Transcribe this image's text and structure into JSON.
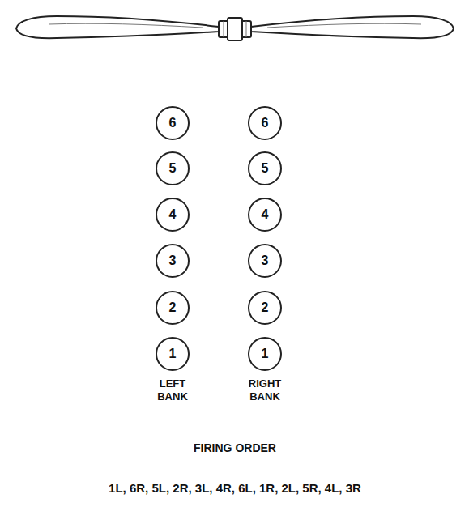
{
  "diagram": {
    "nodes": [
      {
        "text": [
          "6"
        ]
      },
      {
        "text": [
          "6"
        ]
      },
      {
        "text": [
          "5"
        ]
      },
      {
        "text": [
          "5"
        ]
      },
      {
        "text": [
          "4"
        ]
      },
      {
        "text": [
          "4"
        ]
      },
      {
        "text": [
          "3"
        ]
      },
      {
        "text": [
          "3"
        ]
      },
      {
        "text": [
          "2"
        ]
      },
      {
        "text": [
          "2"
        ]
      },
      {
        "text": [
          "1"
        ]
      },
      {
        "text": [
          "1"
        ]
      }
    ],
    "labels": [
      "LEFT BANK",
      "RIGHT BANK",
      "FIRING ORDER",
      "1L, 6R, 5L, 2R, 3L, 4R, 6L, 1R, 2L, 5R, 4L, 3R"
    ]
  }
}
